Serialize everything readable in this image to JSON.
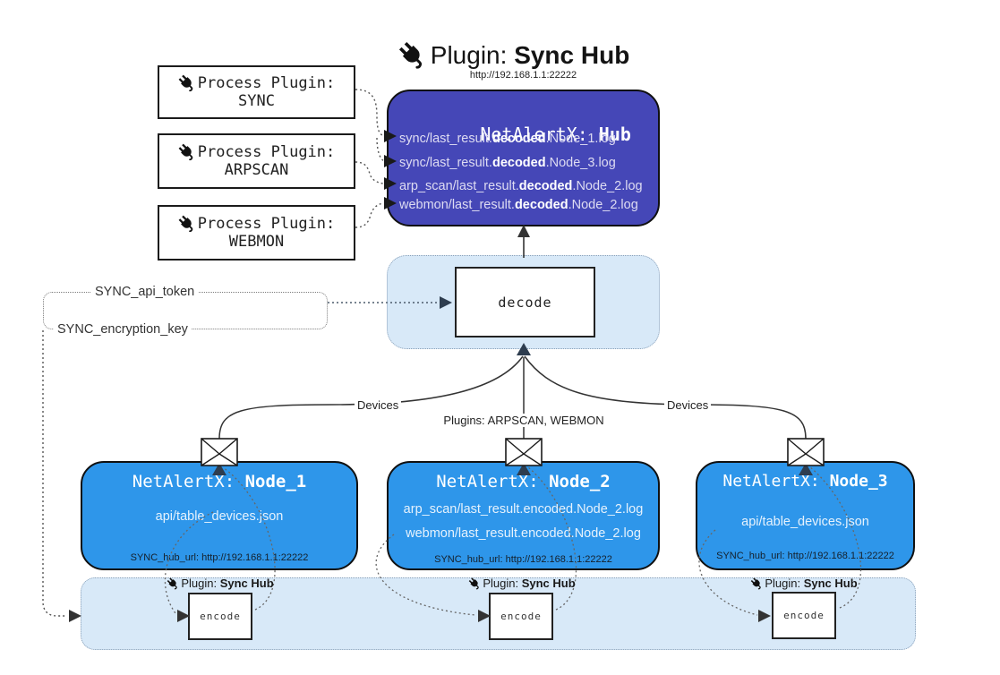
{
  "title": {
    "icon": "plug-icon",
    "text": "Plugin: ",
    "bold": "Sync Hub"
  },
  "hub": {
    "url": "http://192.168.1.1:22222",
    "name": "NetAlertX: ",
    "name_bold": "Hub",
    "logs": [
      {
        "pre": "sync/last_result.",
        "mid": "decoded",
        "post": ".Node_1.log"
      },
      {
        "pre": "sync/last_result.",
        "mid": "decoded",
        "post": ".Node_3.log"
      },
      {
        "pre": "arp_scan/last_result.",
        "mid": "decoded",
        "post": ".Node_2.log"
      },
      {
        "pre": "webmon/last_result.",
        "mid": "decoded",
        "post": ".Node_2.log"
      }
    ]
  },
  "process_plugins": [
    {
      "label": "Process Plugin:",
      "name": "SYNC"
    },
    {
      "label": "Process Plugin:",
      "name": "ARPSCAN"
    },
    {
      "label": "Process Plugin:",
      "name": "WEBMON"
    }
  ],
  "settings": {
    "api_token": "SYNC_api_token",
    "encryption_key": "SYNC_encryption_key"
  },
  "decode": {
    "label": "decode"
  },
  "edges": {
    "devices_left": "Devices",
    "plugins_center": "Plugins: ARPSCAN, WEBMON",
    "devices_right": "Devices"
  },
  "nodes": [
    {
      "name": "NetAlertX: ",
      "name_bold": "Node_1",
      "lines": [
        "api/table_devices.json"
      ],
      "hub_url": "SYNC_hub_url: http://192.168.1.1:22222"
    },
    {
      "name": "NetAlertX: ",
      "name_bold": "Node_2",
      "lines": [
        "arp_scan/last_result.encoded.Node_2.log",
        "webmon/last_result.encoded.Node_2.log"
      ],
      "hub_url": "SYNC_hub_url: http://192.168.1.1:22222"
    },
    {
      "name": "NetAlertX: ",
      "name_bold": "Node_3",
      "lines": [
        "api/table_devices.json"
      ],
      "hub_url": "SYNC_hub_url: http://192.168.1.1:22222"
    }
  ],
  "encoders": [
    {
      "plugin_label": "Plugin: ",
      "plugin_bold": "Sync Hub",
      "box_label": "encode"
    },
    {
      "plugin_label": "Plugin: ",
      "plugin_bold": "Sync Hub",
      "box_label": "encode"
    },
    {
      "plugin_label": "Plugin: ",
      "plugin_bold": "Sync Hub",
      "box_label": "encode"
    }
  ],
  "colors": {
    "hub_fill": "#4547b7",
    "node_fill": "#2e96ea",
    "panel_fill": "#d8e9f8",
    "line_dark": "#333333"
  }
}
